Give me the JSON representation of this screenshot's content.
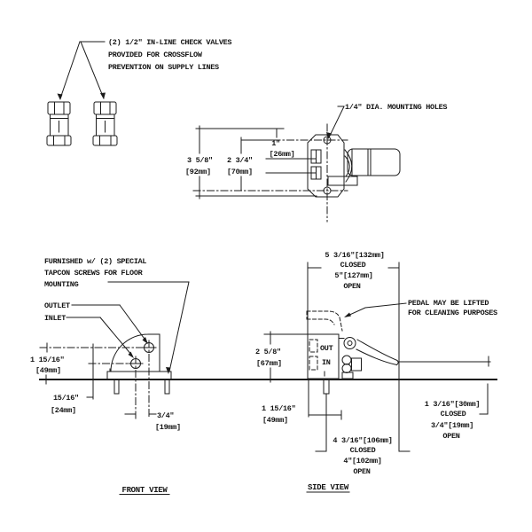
{
  "note_check_valves": {
    "lines": [
      "(2) 1/2\" IN-LINE CHECK VALVES",
      "PROVIDED FOR CROSSFLOW",
      "PREVENTION ON SUPPLY LINES"
    ]
  },
  "top_view": {
    "label_mounting_holes": "1/4\" DIA. MOUNTING HOLES",
    "dim_overall_in": "3 5/8\"",
    "dim_overall_mm": "[92mm]",
    "dim_holes_in": "2 3/4\"",
    "dim_holes_mm": "[70mm]",
    "dim_offset_in": "1\"",
    "dim_offset_mm": "[26mm]"
  },
  "front_view": {
    "title": "FRONT VIEW",
    "note_furnished": {
      "lines": [
        "FURNISHED w/ (2) SPECIAL",
        "TAPCON SCREWS FOR FLOOR",
        "MOUNTING"
      ]
    },
    "label_outlet": "OUTLET",
    "label_inlet": "INLET",
    "dim_outlet_height_in": "1 15/16\"",
    "dim_outlet_height_mm": "[49mm]",
    "dim_inlet_height_in": "15/16\"",
    "dim_inlet_height_mm": "[24mm]",
    "dim_port_spacing_in": "3/4\"",
    "dim_port_spacing_mm": "[19mm]"
  },
  "side_view": {
    "title": "SIDE VIEW",
    "note_pedal": {
      "lines": [
        "PEDAL MAY BE LIFTED",
        "FOR CLEANING PURPOSES"
      ]
    },
    "label_out": "OUT",
    "label_in": "IN",
    "dim_overall_height": [
      "5 3/16\"[132mm]",
      "CLOSED",
      "5\"[127mm]",
      "OPEN"
    ],
    "dim_body_height_in": "2 5/8\"",
    "dim_body_height_mm": "[67mm]",
    "dim_depth_in": "1 15/16\"",
    "dim_depth_mm": "[49mm]",
    "dim_pedal_reach": [
      "4 3/16\"[106mm]",
      "CLOSED",
      "4\"[102mm]",
      "OPEN"
    ],
    "dim_pedal_clearance": [
      "1 3/16\"[30mm]",
      "CLOSED",
      "3/4\"[19mm]",
      "OPEN"
    ]
  }
}
